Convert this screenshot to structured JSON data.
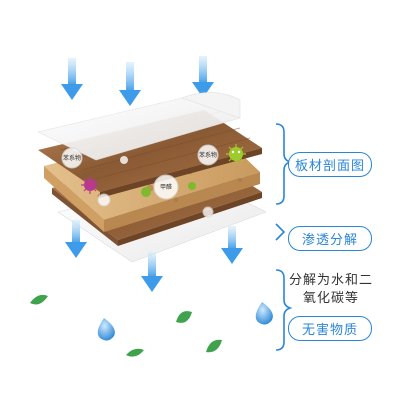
{
  "labels": {
    "section": "板材剖面图",
    "penetration": "渗透分解",
    "decompose": "分解为水和二氧化碳等",
    "harmless": "无害物质"
  },
  "board_labels": {
    "formaldehyde": "甲醛",
    "benzene_series_a": "苯系物",
    "benzene_series_b": "苯系物"
  },
  "colors": {
    "accent": "#2a86d8",
    "arrow": "#6fb6f0",
    "wood": "#9b6b43",
    "leaf": "#3fa34d"
  }
}
